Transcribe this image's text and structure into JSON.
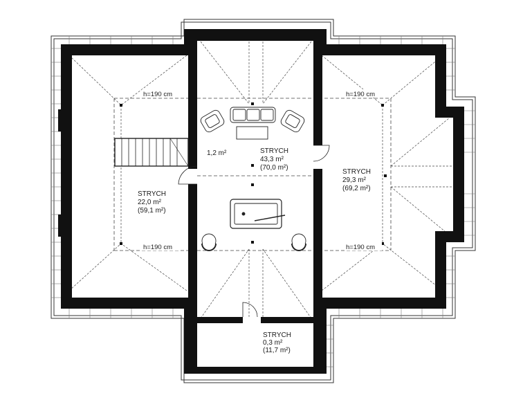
{
  "rooms": {
    "left": {
      "name": "STRYCH",
      "area": "22,0  m²",
      "area_total": "(59,1 m²)"
    },
    "center": {
      "name": "STRYCH",
      "area": "43,3  m²",
      "area_total": "(70,0 m²)"
    },
    "right": {
      "name": "STRYCH",
      "area": "29,3  m²",
      "area_total": "(69,2 m²)"
    },
    "bottom": {
      "name": "STRYCH",
      "area": "0,3  m²",
      "area_total": "(11,7 m²)"
    },
    "stair_area": "1,2  m²"
  },
  "heights": {
    "top_left": "h=190 cm",
    "top_right": "h=190 cm",
    "bottom_left": "h=190 cm",
    "bottom_right": "h=190 cm"
  }
}
